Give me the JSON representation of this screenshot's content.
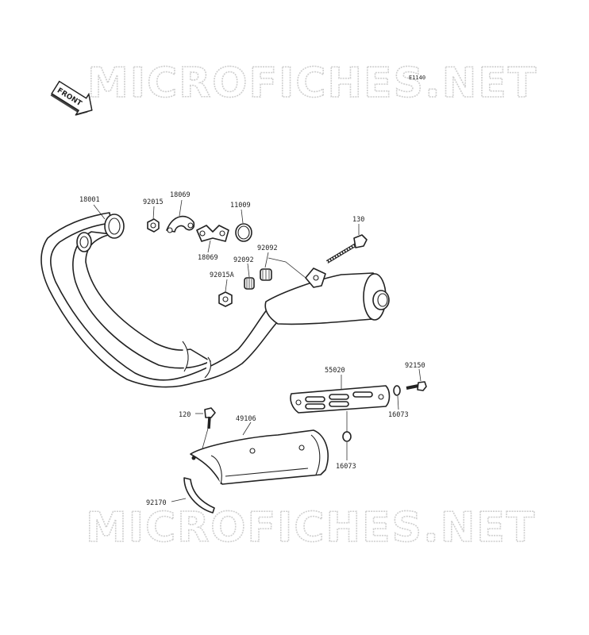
{
  "watermark": {
    "text": "MICROFICHES.NET"
  },
  "diagram_code": "E1140",
  "front_label": "FRONT",
  "parts": [
    {
      "number": "18001"
    },
    {
      "number": "92015"
    },
    {
      "number": "18069"
    },
    {
      "number": "11009"
    },
    {
      "number": "130"
    },
    {
      "number": "18069"
    },
    {
      "number": "92092"
    },
    {
      "number": "92092"
    },
    {
      "number": "92015A"
    },
    {
      "number": "55020"
    },
    {
      "number": "92150"
    },
    {
      "number": "16073"
    },
    {
      "number": "120"
    },
    {
      "number": "49106"
    },
    {
      "number": "16073"
    },
    {
      "number": "92170"
    }
  ]
}
